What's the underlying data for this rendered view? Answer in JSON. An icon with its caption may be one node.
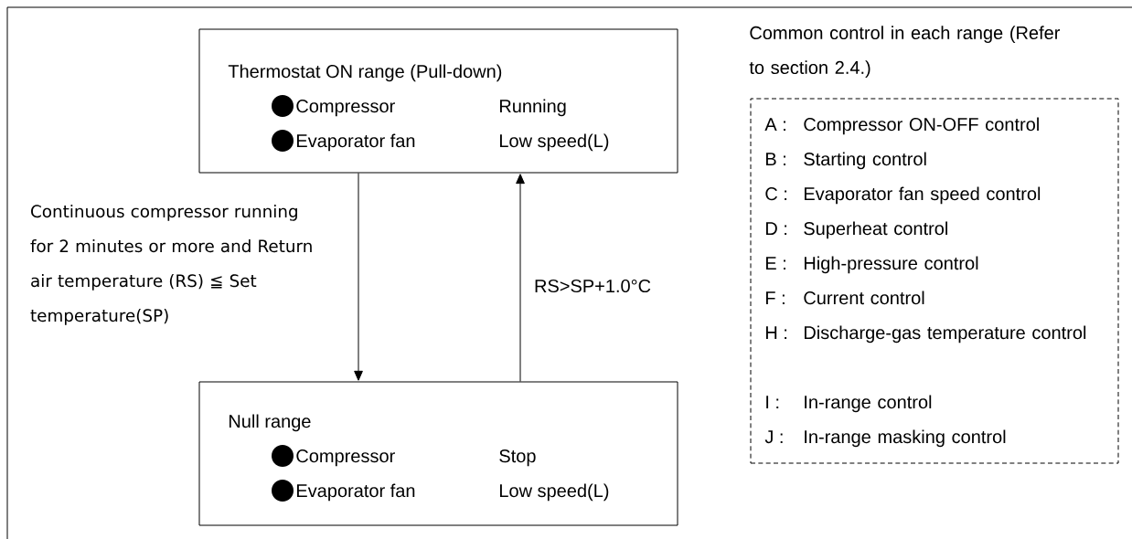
{
  "diagram": {
    "nodes": [
      {
        "text": [
          "Thermostat ON range (Pull-down)",
          "Compressor",
          "Running",
          "Evaporator fan",
          "Low speed(L)"
        ]
      },
      {
        "text": [
          "Null range",
          "Compressor",
          "Stop",
          "Evaporator fan",
          "Low speed(L)"
        ]
      },
      {
        "text": [
          "Common control in each range (Refer to section 2.4.)",
          "A :",
          "Compressor ON-OFF control",
          "B :",
          "Starting control",
          "C :",
          "Evaporator fan speed control",
          "D :",
          "Superheat control",
          "E :",
          "High-pressure control",
          "F :",
          "Current control",
          "H :",
          "Discharge-gas temperature control",
          "I :",
          "In-range control",
          "J :",
          "In-range masking control"
        ]
      }
    ],
    "edges": [
      {
        "from": 0,
        "to": 1,
        "arrow": "to",
        "label": "Continuous compressor running for 2 minutes or more and Return air temperature (RS) ≦ Set temperature(SP)"
      },
      {
        "from": 1,
        "to": 0,
        "arrow": "to",
        "label": "RS>SP+1.0°C"
      }
    ]
  }
}
